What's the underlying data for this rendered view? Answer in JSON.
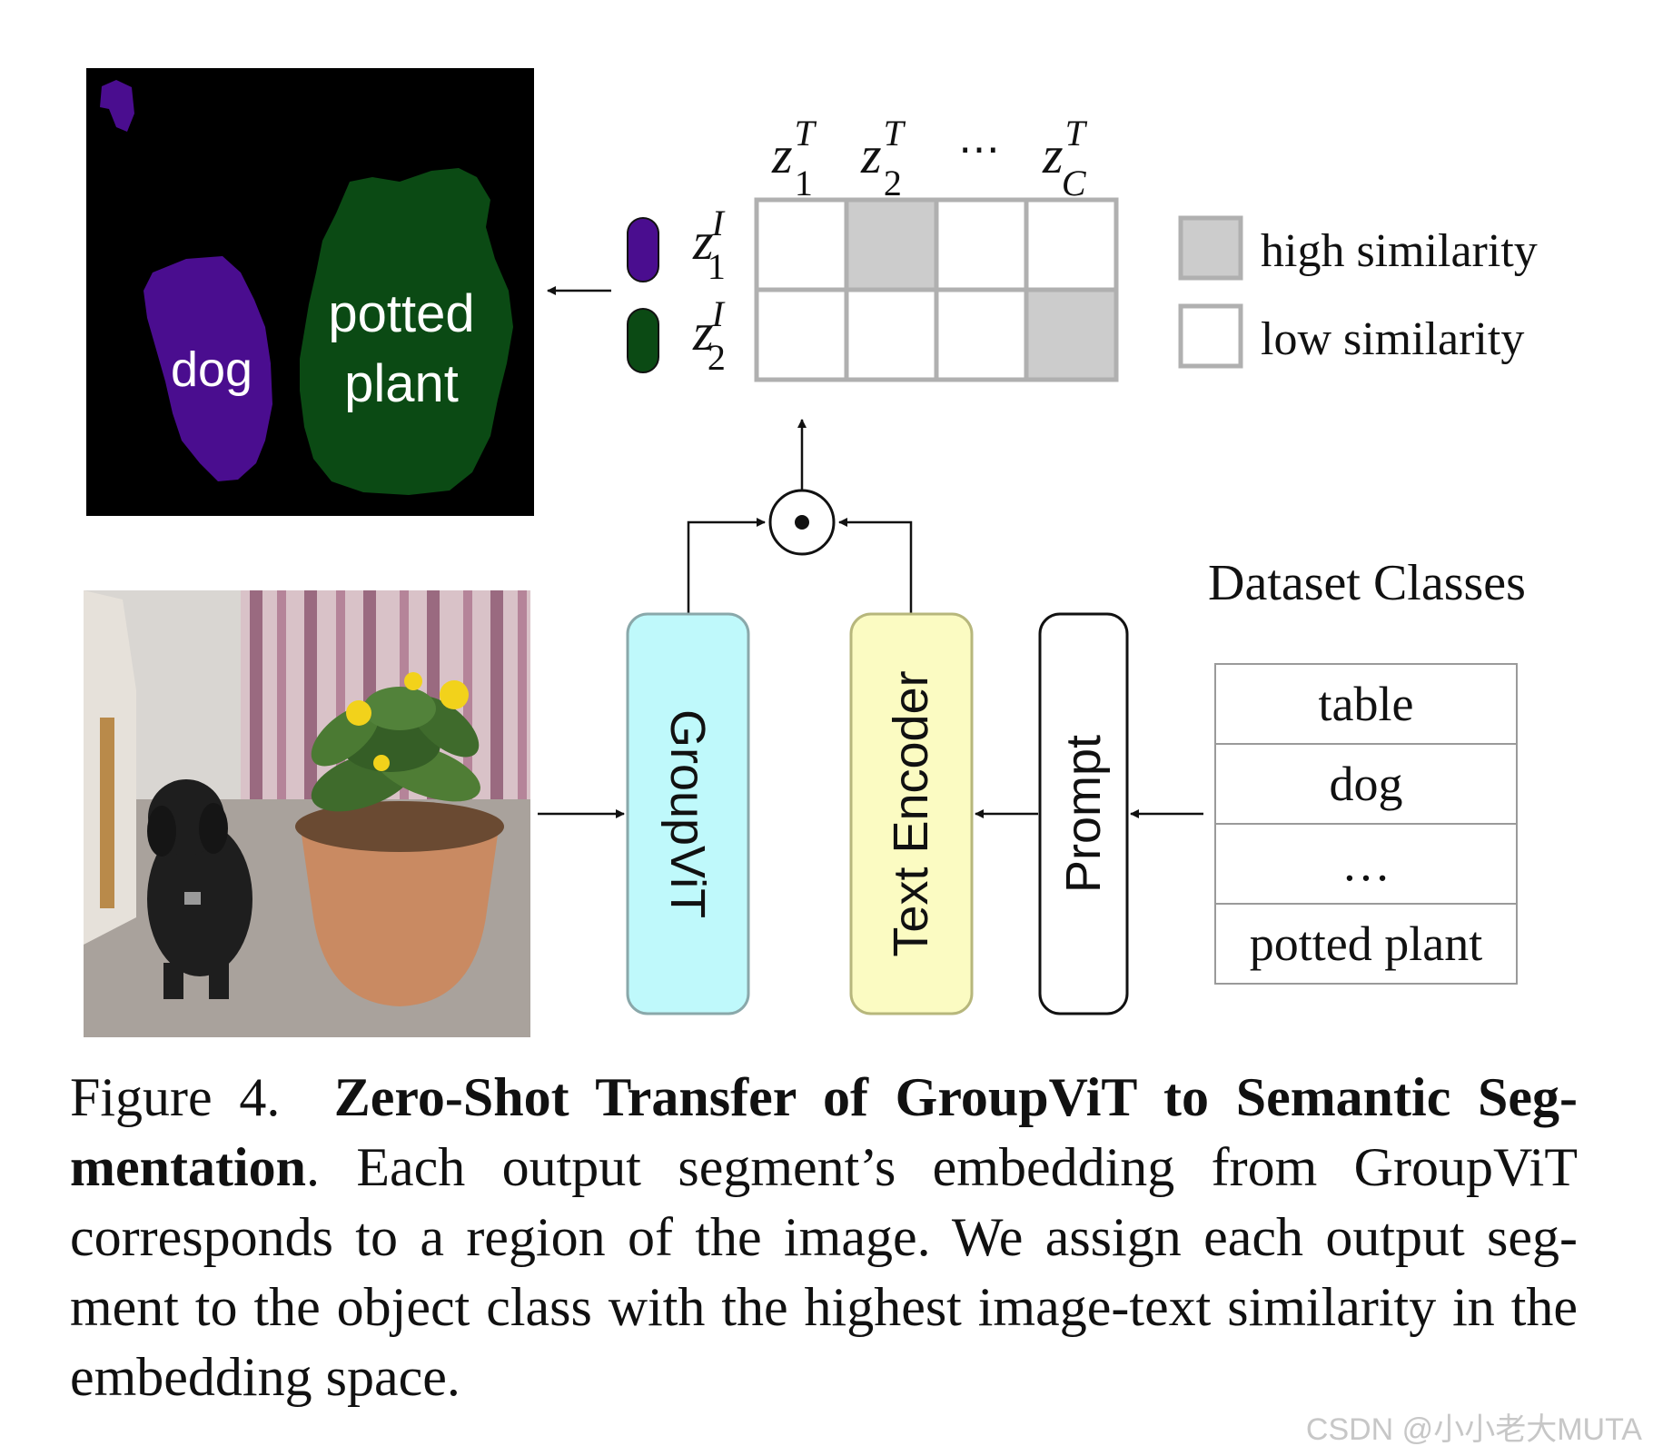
{
  "segmentation": {
    "label_dog": "dog",
    "label_potted": "potted",
    "label_plant": "plant",
    "colors": {
      "background": "#000000",
      "dog": "#4a0d8f",
      "plant": "#0b4a14"
    }
  },
  "similarity": {
    "columns": [
      {
        "base": "z",
        "sub": "1",
        "sup": "T"
      },
      {
        "base": "z",
        "sub": "2",
        "sup": "T"
      },
      {
        "base": "⋯",
        "sub": "",
        "sup": ""
      },
      {
        "base": "z",
        "sub": "C",
        "sup": "T"
      }
    ],
    "rows": [
      {
        "base": "z",
        "sub": "1",
        "sup": "I",
        "color": "#4a0d8f"
      },
      {
        "base": "z",
        "sub": "2",
        "sup": "I",
        "color": "#0b4a14"
      }
    ],
    "high_cells": [
      [
        0,
        1
      ],
      [
        1,
        3
      ]
    ],
    "cell_color_high": "#cccccc"
  },
  "legend": {
    "high": "high similarity",
    "low": "low similarity"
  },
  "operator_symbol": "⊙",
  "blocks": {
    "groupvit": "GroupViT",
    "text_encoder": "Text Encoder",
    "prompt": "Prompt",
    "colors": {
      "groupvit": "#bff9fb",
      "text_encoder": "#fbfbc2",
      "prompt": "#ffffff"
    }
  },
  "dataset": {
    "title": "Dataset Classes",
    "classes": [
      "table",
      "dog",
      "…",
      "potted plant"
    ]
  },
  "caption": {
    "prefix": "Figure 4.",
    "title": "Zero-Shot Transfer of GroupViT to Semantic Seg- mentation",
    "body": ". Each output segment’s embedding from GroupViT corresponds to a region of the image. We assign each output seg- ment to the object class with the highest image-text similarity in the embedding space."
  },
  "watermark": "CSDN @小小老大MUTA"
}
